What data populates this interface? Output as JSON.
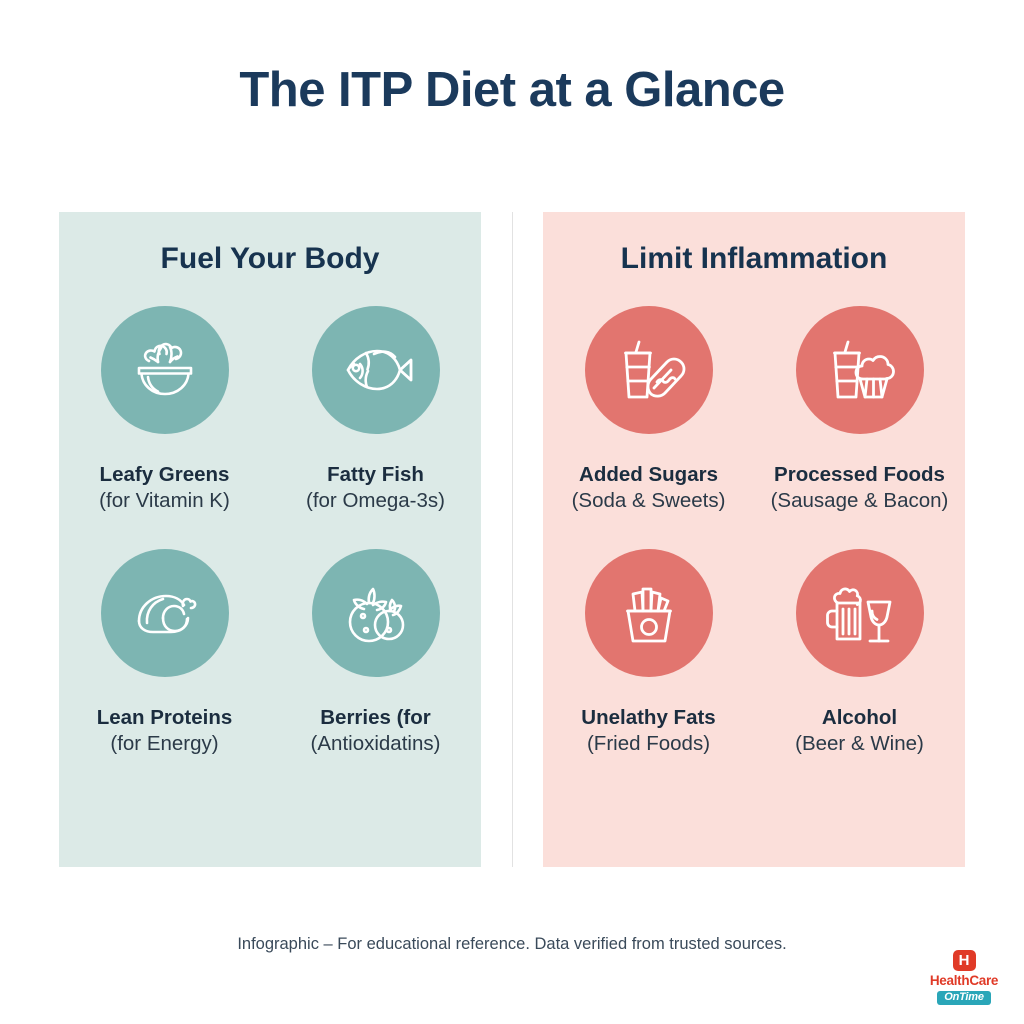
{
  "title": "The ITP Diet at a Glance",
  "colors": {
    "title_navy": "#1b3a5c",
    "panel_good_bg": "#dceae7",
    "panel_bad_bg": "#fbdfda",
    "circle_good": "#7db5b2",
    "circle_bad": "#e2756f",
    "logo_red": "#e03a27",
    "logo_teal": "#2aa6b8"
  },
  "panels": [
    {
      "heading": "Fuel Your Body",
      "items": [
        {
          "name": "Leafy Greens",
          "detail": "(for Vitamin K)",
          "icon": "salad-bowl-icon"
        },
        {
          "name": "Fatty Fish",
          "detail": "(for Omega-3s)",
          "icon": "fish-icon"
        },
        {
          "name": "Lean Proteins",
          "detail": "(for Energy)",
          "icon": "roast-chicken-icon"
        },
        {
          "name": "Berries (for",
          "detail": "(Antioxidatins)",
          "icon": "berries-icon"
        }
      ]
    },
    {
      "heading": "Limit Inflammation",
      "items": [
        {
          "name": "Added Sugars",
          "detail": "(Soda & Sweets)",
          "icon": "soda-hotdog-icon"
        },
        {
          "name": "Processed Foods",
          "detail": "(Sausage & Bacon)",
          "icon": "soda-cupcake-icon"
        },
        {
          "name": "Unelathy Fats",
          "detail": "(Fried Foods)",
          "icon": "french-fries-icon"
        },
        {
          "name": "Alcohol",
          "detail": "(Beer & Wine)",
          "icon": "beer-wine-icon"
        }
      ]
    }
  ],
  "footer": {
    "note": "Infographic – For educational reference. Data verified from trusted sources."
  },
  "logo": {
    "badge": "H",
    "name": "HealthCare",
    "sub": "OnTime"
  }
}
